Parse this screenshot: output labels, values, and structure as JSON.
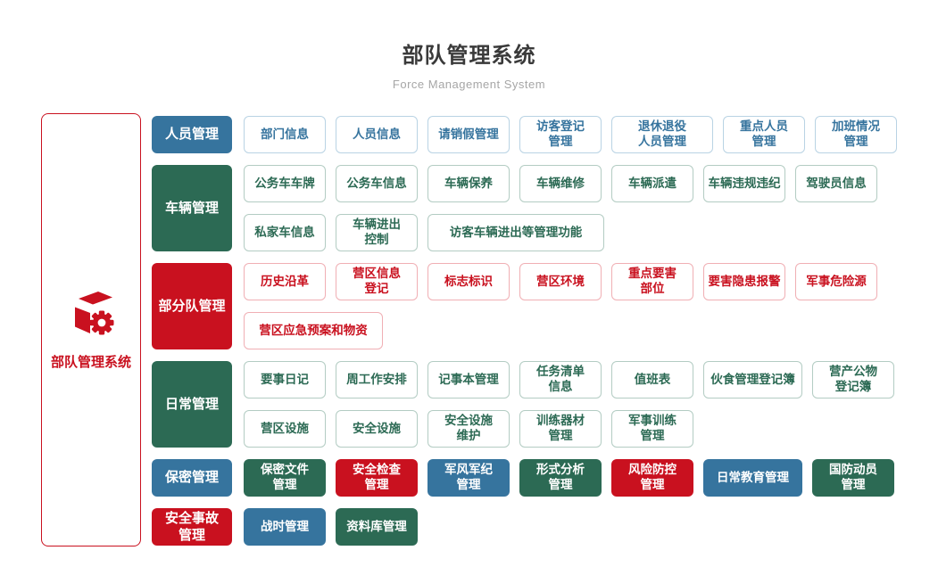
{
  "header": {
    "title": "部队管理系统",
    "subtitle": "Force Management System"
  },
  "root_node": {
    "label": "部队管理系统",
    "icon": "cube-gear-icon"
  },
  "palette": {
    "blue": "#36749E",
    "green": "#2C6A54",
    "red": "#C9111F",
    "blue_border": "#B9D3E4",
    "green_border": "#B3CCC3",
    "red_border": "#F0AFB4",
    "title_text": "#3A3A3A",
    "subtitle_text": "#A6A6A6",
    "background": "#FFFFFF"
  },
  "sections": [
    {
      "id": "personnel",
      "label": "人员管理",
      "color": "blue",
      "items": [
        {
          "label": "部门信息",
          "color": "blue",
          "style": "outline"
        },
        {
          "label": "人员信息",
          "color": "blue",
          "style": "outline"
        },
        {
          "label": "请销假管理",
          "color": "blue",
          "style": "outline"
        },
        {
          "label": "访客登记\n管理",
          "color": "blue",
          "style": "outline"
        },
        {
          "label": "退休退役\n人员管理",
          "color": "blue",
          "style": "outline",
          "width": 114
        },
        {
          "label": "重点人员\n管理",
          "color": "blue",
          "style": "outline"
        },
        {
          "label": "加班情况\n管理",
          "color": "blue",
          "style": "outline"
        }
      ]
    },
    {
      "id": "vehicles",
      "label": "车辆管理",
      "color": "green",
      "items": [
        {
          "label": "公务车车牌",
          "color": "green",
          "style": "outline"
        },
        {
          "label": "公务车信息",
          "color": "green",
          "style": "outline"
        },
        {
          "label": "车辆保养",
          "color": "green",
          "style": "outline"
        },
        {
          "label": "车辆维修",
          "color": "green",
          "style": "outline"
        },
        {
          "label": "车辆派遣",
          "color": "green",
          "style": "outline"
        },
        {
          "label": "车辆违规违纪",
          "color": "green",
          "style": "outline"
        },
        {
          "label": "驾驶员信息",
          "color": "green",
          "style": "outline"
        },
        {
          "label": "私家车信息",
          "color": "green",
          "style": "outline"
        },
        {
          "label": "车辆进出\n控制",
          "color": "green",
          "style": "outline"
        },
        {
          "label": "访客车辆进出等管理功能",
          "color": "green",
          "style": "outline",
          "width": 198
        }
      ]
    },
    {
      "id": "subunit",
      "label": "部分队管理",
      "color": "red",
      "items": [
        {
          "label": "历史沿革",
          "color": "red",
          "style": "outline"
        },
        {
          "label": "营区信息\n登记",
          "color": "red",
          "style": "outline"
        },
        {
          "label": "标志标识",
          "color": "red",
          "style": "outline"
        },
        {
          "label": "营区环境",
          "color": "red",
          "style": "outline"
        },
        {
          "label": "重点要害\n部位",
          "color": "red",
          "style": "outline"
        },
        {
          "label": "要害隐患报警",
          "color": "red",
          "style": "outline"
        },
        {
          "label": "军事危险源",
          "color": "red",
          "style": "outline"
        },
        {
          "label": "营区应急预案和物资",
          "color": "red",
          "style": "outline",
          "width": 156
        }
      ]
    },
    {
      "id": "daily",
      "label": "日常管理",
      "color": "green",
      "items": [
        {
          "label": "要事日记",
          "color": "green",
          "style": "outline"
        },
        {
          "label": "周工作安排",
          "color": "green",
          "style": "outline"
        },
        {
          "label": "记事本管理",
          "color": "green",
          "style": "outline"
        },
        {
          "label": "任务清单\n信息",
          "color": "green",
          "style": "outline"
        },
        {
          "label": "值班表",
          "color": "green",
          "style": "outline"
        },
        {
          "label": "伙食管理登记簿",
          "color": "green",
          "style": "outline",
          "width": 111
        },
        {
          "label": "营产公物\n登记簿",
          "color": "green",
          "style": "outline"
        },
        {
          "label": "营区设施",
          "color": "green",
          "style": "outline"
        },
        {
          "label": "安全设施",
          "color": "green",
          "style": "outline"
        },
        {
          "label": "安全设施\n维护",
          "color": "green",
          "style": "outline"
        },
        {
          "label": "训练器材\n管理",
          "color": "green",
          "style": "outline"
        },
        {
          "label": "军事训练\n管理",
          "color": "green",
          "style": "outline"
        }
      ]
    },
    {
      "id": "secrecy",
      "label": "保密管理",
      "color": "blue",
      "items": [
        {
          "label": "保密文件\n管理",
          "color": "green",
          "style": "solid"
        },
        {
          "label": "安全检查\n管理",
          "color": "red",
          "style": "solid"
        },
        {
          "label": "军风军纪\n管理",
          "color": "blue",
          "style": "solid"
        },
        {
          "label": "形式分析\n管理",
          "color": "green",
          "style": "solid"
        },
        {
          "label": "风险防控\n管理",
          "color": "red",
          "style": "solid"
        },
        {
          "label": "日常教育管理",
          "color": "blue",
          "style": "solid",
          "width": 111
        },
        {
          "label": "国防动员\n管理",
          "color": "green",
          "style": "solid"
        }
      ]
    },
    {
      "id": "incidents",
      "label": "安全事故\n管理",
      "color": "red",
      "items": [
        {
          "label": "战时管理",
          "color": "blue",
          "style": "solid"
        },
        {
          "label": "资料库管理",
          "color": "green",
          "style": "solid"
        }
      ]
    }
  ]
}
